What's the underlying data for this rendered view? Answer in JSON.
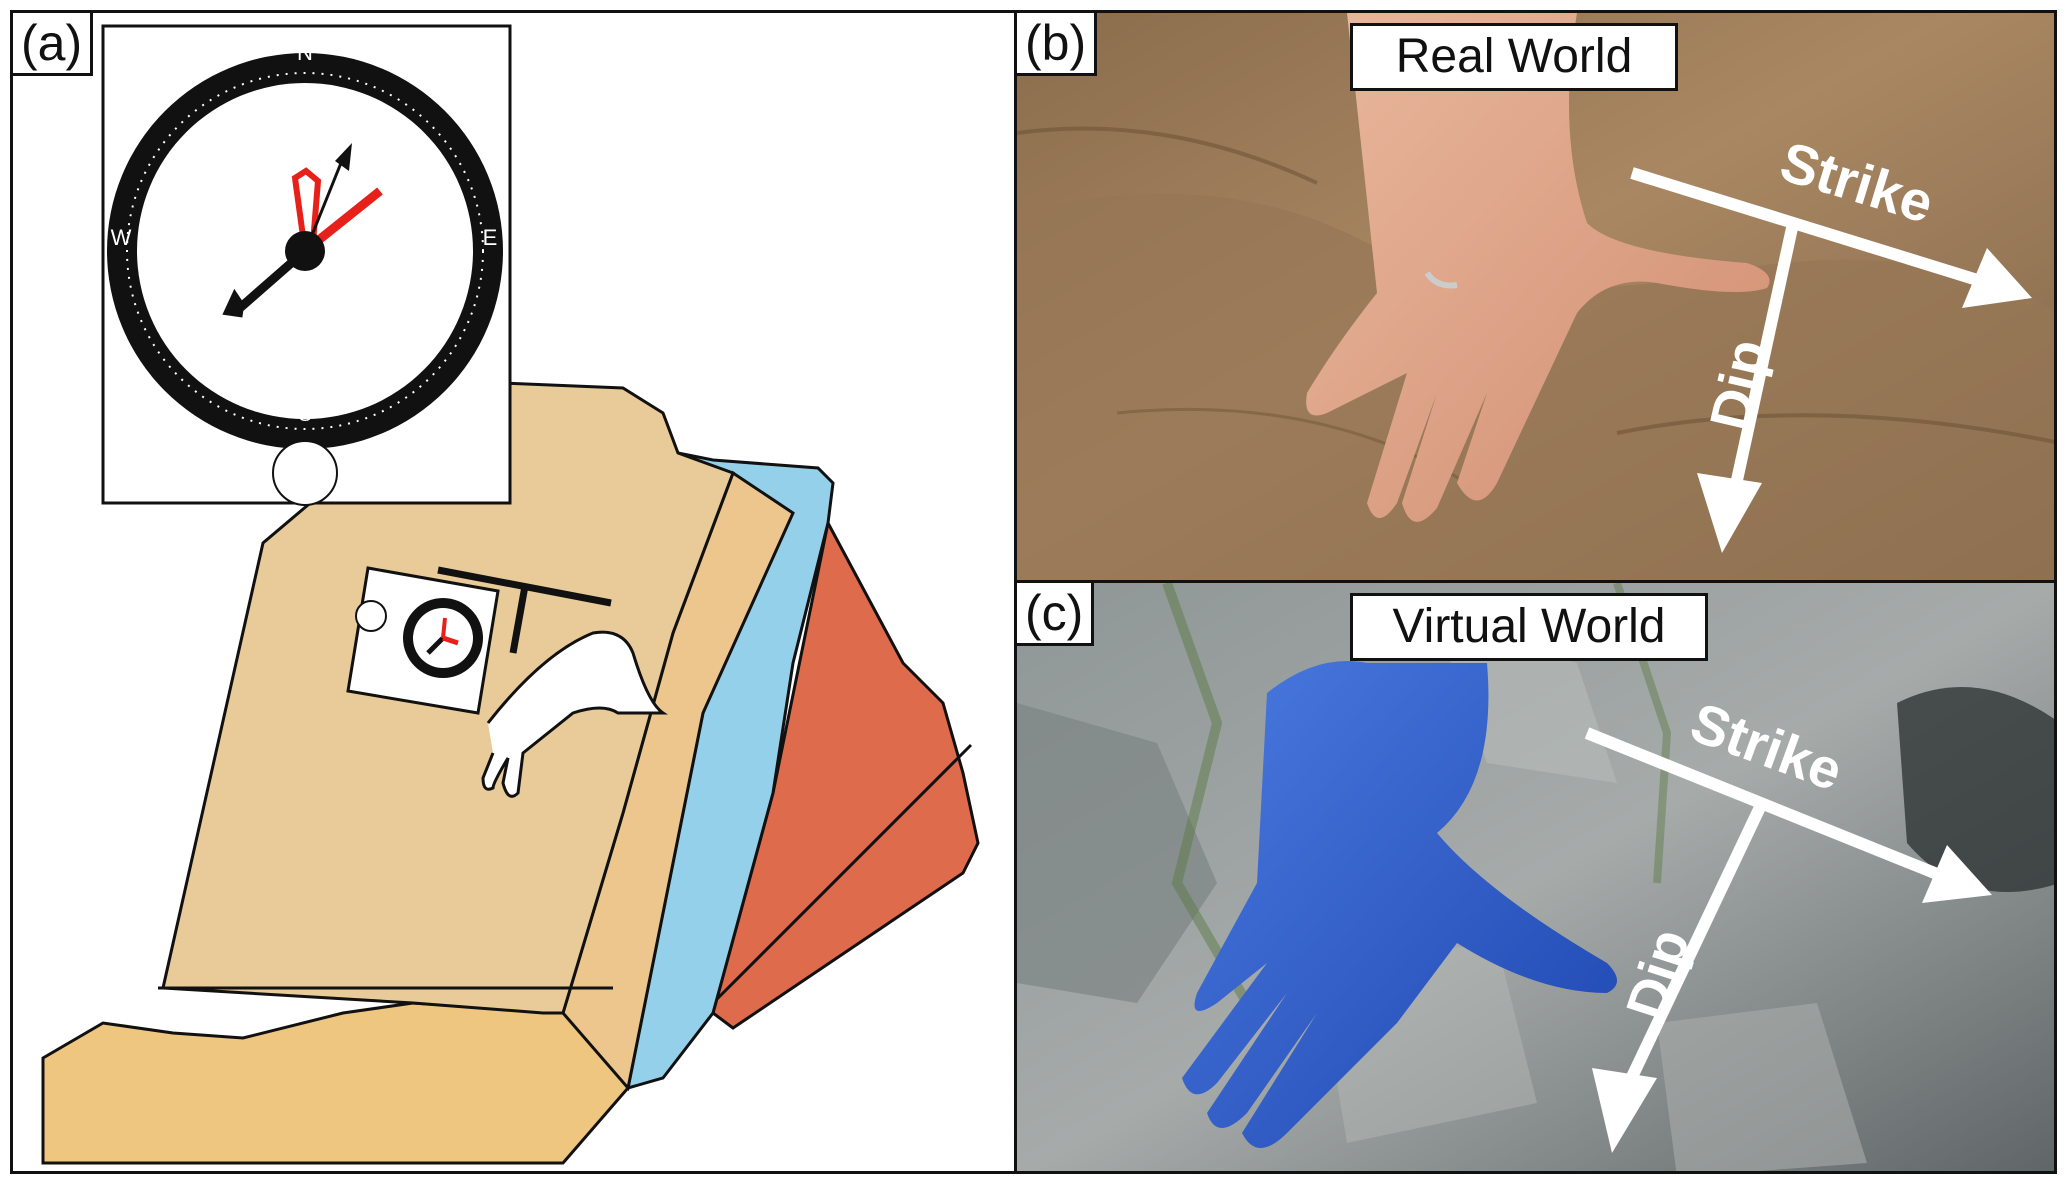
{
  "panels": {
    "a": {
      "label": "(a)",
      "compass": {
        "north": "N",
        "east": "E",
        "south": "S",
        "west": "W"
      }
    },
    "b": {
      "label": "(b)",
      "caption": "Real World",
      "strike_label": "Strike",
      "dip_label": "Dip"
    },
    "c": {
      "label": "(c)",
      "caption": "Virtual World",
      "strike_label": "Strike",
      "dip_label": "Dip"
    }
  },
  "colors": {
    "sandstone_face": "#e8cb98",
    "sandstone_top": "#f0c987",
    "blue_layer": "#95d0ea",
    "red_layer": "#de6b4b",
    "needle_red": "#e8201a",
    "virtual_hand": "#2f5fc8"
  }
}
